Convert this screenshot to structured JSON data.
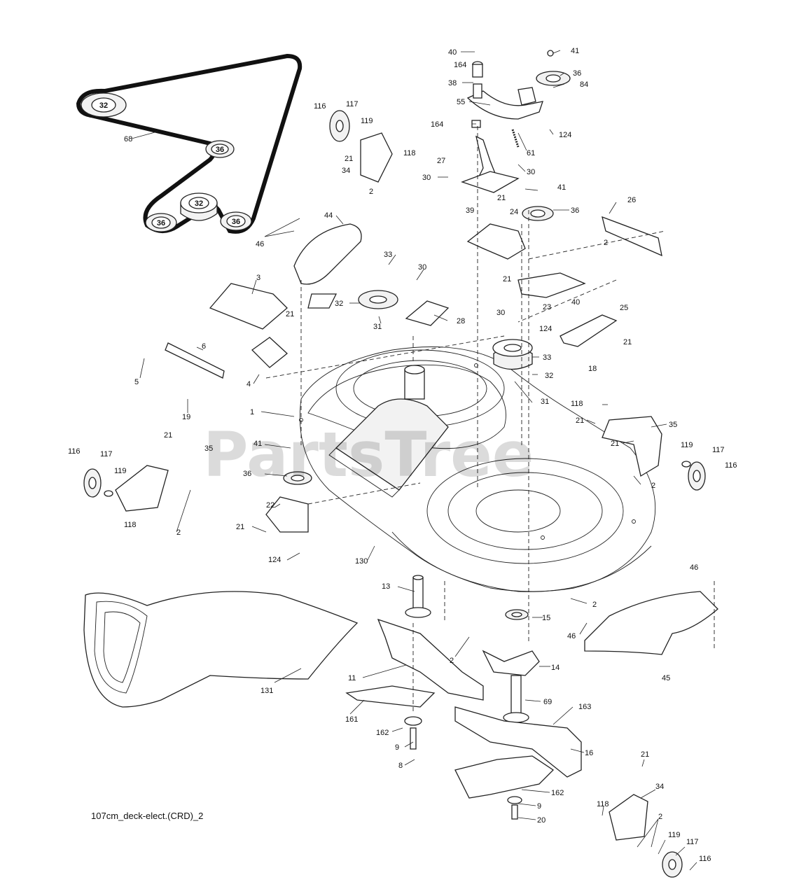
{
  "watermark": "PartsTree",
  "caption": "107cm_deck-elect.(CRD)_2",
  "belt_pulley_labels": [
    "32",
    "36",
    "32",
    "36",
    "36"
  ],
  "callouts": {
    "c1": "1",
    "c2": "2",
    "c3": "3",
    "c4": "4",
    "c5": "5",
    "c6": "6",
    "c8": "8",
    "c9": "9",
    "c11": "11",
    "c13": "13",
    "c14": "14",
    "c15": "15",
    "c16": "16",
    "c18": "18",
    "c19": "19",
    "c20": "20",
    "c21": "21",
    "c22": "22",
    "c23": "23",
    "c24": "24",
    "c25": "25",
    "c26": "26",
    "c27": "27",
    "c28": "28",
    "c30": "30",
    "c31": "31",
    "c32": "32",
    "c33": "33",
    "c34": "34",
    "c35": "35",
    "c36": "36",
    "c38": "38",
    "c39": "39",
    "c40": "40",
    "c41": "41",
    "c44": "44",
    "c45": "45",
    "c46": "46",
    "c55": "55",
    "c61": "61",
    "c68": "68",
    "c69": "69",
    "c84": "84",
    "c116": "116",
    "c117": "117",
    "c118": "118",
    "c119": "119",
    "c124": "124",
    "c130": "130",
    "c131": "131",
    "c161": "161",
    "c162": "162",
    "c163": "163",
    "c164": "164"
  }
}
